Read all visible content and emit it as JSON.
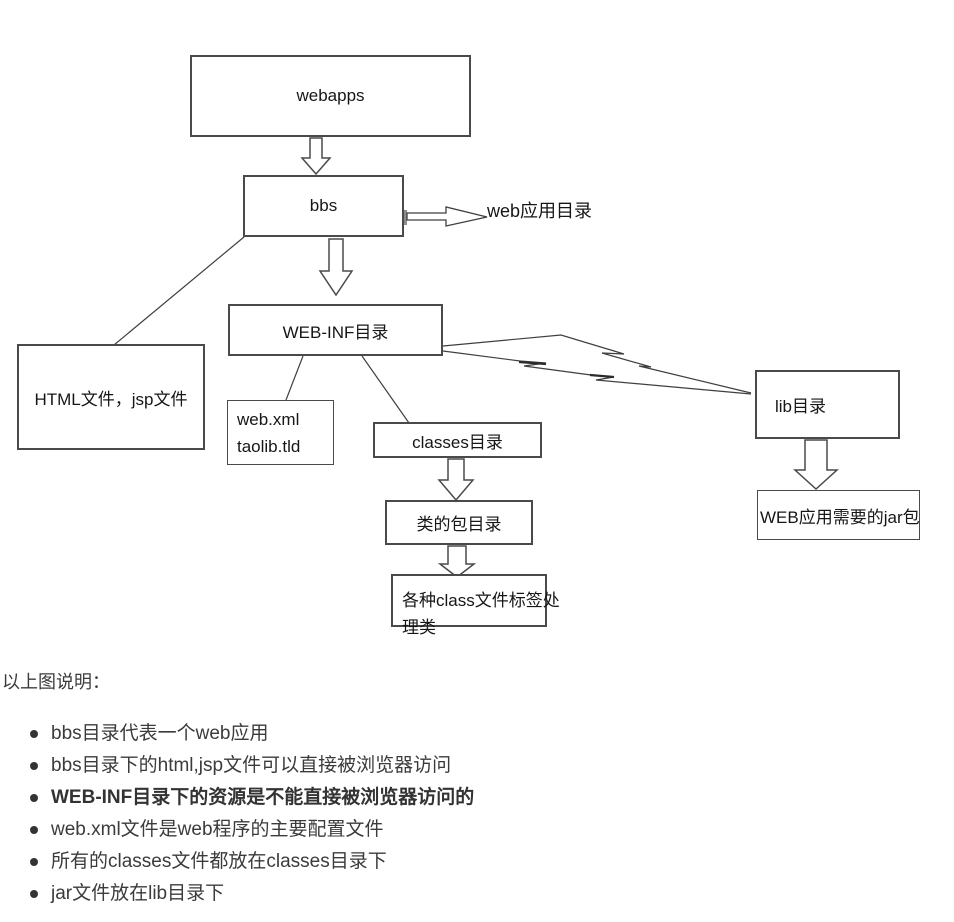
{
  "diagram": {
    "nodes": {
      "webapps": "webapps",
      "bbs": "bbs",
      "web_app_dir_label": "web应用目录",
      "webinf": "WEB-INF目录",
      "html_files": "HTML文件，jsp文件",
      "webxml_line1": "web.xml",
      "webxml_line2": "taolib.tld",
      "classes_dir": "classes目录",
      "class_package_dir": "类的包目录",
      "class_files_line1": "各种class文件标签处",
      "class_files_line2": "理类",
      "lib_dir": "lib目录",
      "jar_files": "WEB应用需要的jar包"
    },
    "colors": {
      "border": "#4a4a4a",
      "line": "#3f3f3f",
      "text": "#161616",
      "background": "#ffffff"
    }
  },
  "notes": {
    "heading": "以上图说明：",
    "items": [
      {
        "text": "bbs目录代表一个web应用",
        "bold": false
      },
      {
        "text": "bbs目录下的html,jsp文件可以直接被浏览器访问",
        "bold": false
      },
      {
        "text": "WEB-INF目录下的资源是不能直接被浏览器访问的",
        "bold": true
      },
      {
        "text": "web.xml文件是web程序的主要配置文件",
        "bold": false
      },
      {
        "text": "所有的classes文件都放在classes目录下",
        "bold": false
      },
      {
        "text": "jar文件放在lib目录下",
        "bold": false
      }
    ]
  }
}
